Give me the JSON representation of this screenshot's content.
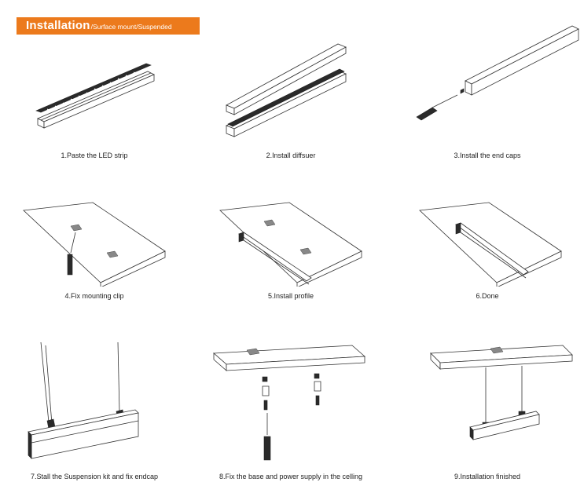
{
  "header": {
    "title": "Installation",
    "subtitle": "/Surface mount/Suspended",
    "accent_color": "#ec7a1c"
  },
  "steps": [
    {
      "caption": "1.Paste the LED strip"
    },
    {
      "caption": "2.Install diffsuer"
    },
    {
      "caption": "3.Install the end caps"
    },
    {
      "caption": "4.Fix mounting clip"
    },
    {
      "caption": "5.Install profile"
    },
    {
      "caption": "6.Done"
    },
    {
      "caption": "7.Stall the Suspension kit and fix endcap"
    },
    {
      "caption": "8.Fix the base and power supply in the celling"
    },
    {
      "caption": "9.Installation finished"
    }
  ]
}
